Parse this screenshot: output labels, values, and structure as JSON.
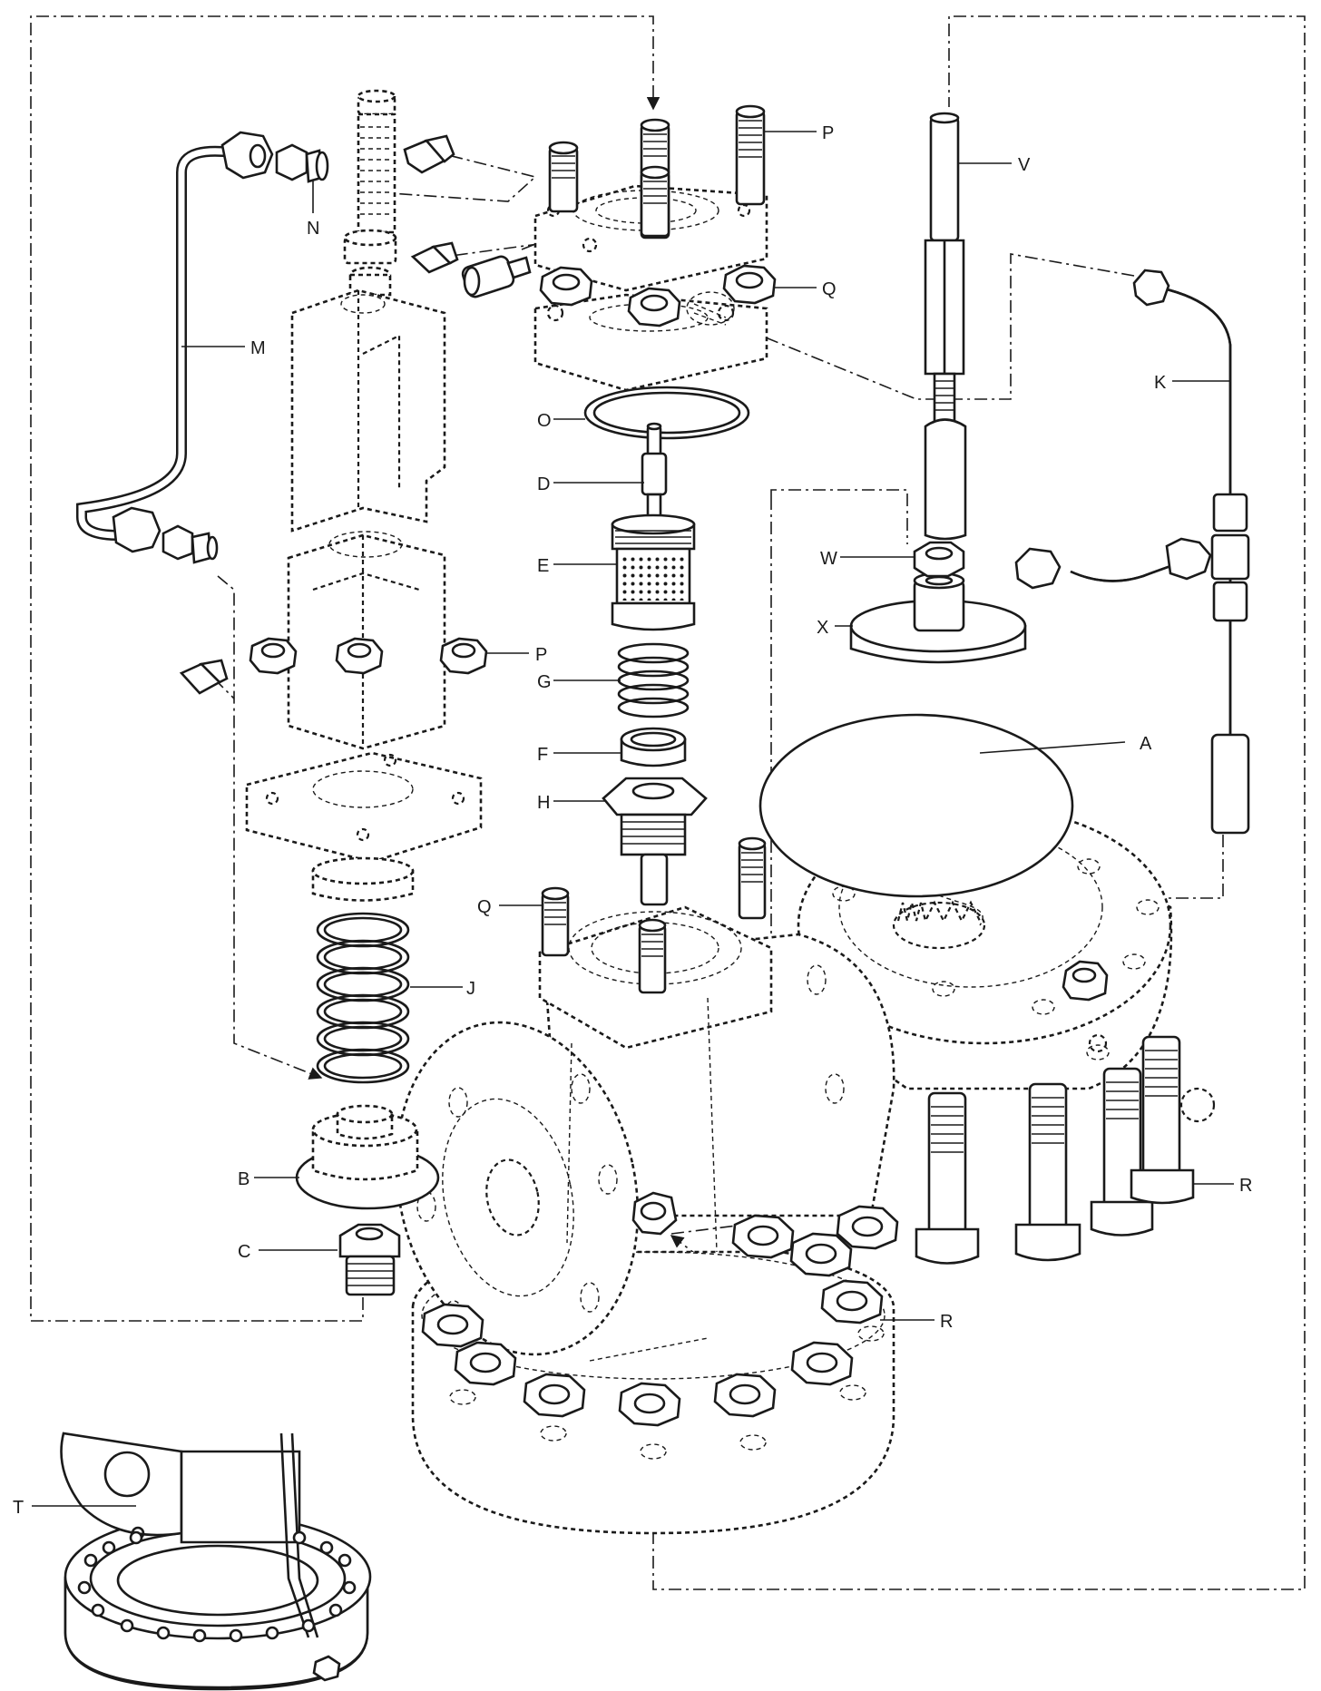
{
  "figure": {
    "callouts": {
      "A": "A",
      "B": "B",
      "C": "C",
      "D": "D",
      "E": "E",
      "F": "F",
      "G": "G",
      "H": "H",
      "J": "J",
      "K": "K",
      "M": "M",
      "N": "N",
      "O": "O",
      "P": "P",
      "Q": "Q",
      "R": "R",
      "T": "T",
      "V": "V",
      "W": "W",
      "X": "X"
    }
  }
}
